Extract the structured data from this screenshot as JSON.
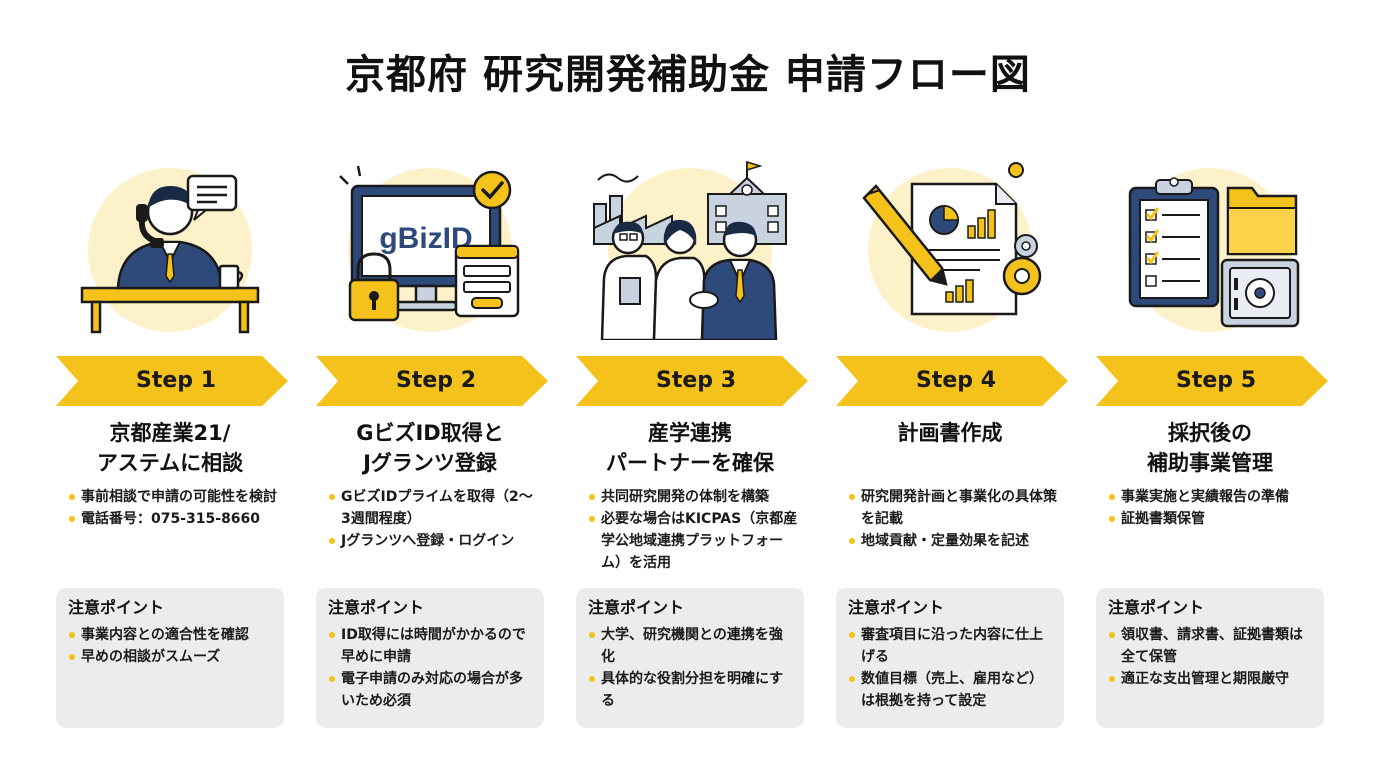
{
  "title": "京都府 研究開発補助金 申請フロー図",
  "colors": {
    "accent": "#f4c21b",
    "navy": "#2e4a7a",
    "note_bg": "#ececec"
  },
  "steps": [
    {
      "label": "Step 1",
      "title": [
        "京都産業21/",
        "アステムに相談"
      ],
      "bullets": [
        "事前相談で申請の可能性を検討",
        "電話番号：075-315-8660"
      ],
      "note_title": "注意ポイント",
      "notes": [
        "事業内容との適合性を確認",
        "早めの相談がスムーズ"
      ],
      "icon": "phone-consultation-icon"
    },
    {
      "label": "Step 2",
      "title": [
        "GビズID取得と",
        "Jグランツ登録"
      ],
      "bullets": [
        "GビズIDプライムを取得（2〜3週間程度）",
        "Jグランツへ登録・ログイン"
      ],
      "note_title": "注意ポイント",
      "notes": [
        "ID取得には時間がかかるので早めに申請",
        "電子申請のみ対応の場合が多いため必須"
      ],
      "icon": "gbizid-monitor-icon",
      "screen_text": "gBizID"
    },
    {
      "label": "Step 3",
      "title": [
        "産学連携",
        "パートナーを確保"
      ],
      "bullets": [
        "共同研究開発の体制を構築",
        "必要な場合はKICPAS（京都産学公地域連携プラットフォーム）を活用"
      ],
      "note_title": "注意ポイント",
      "notes": [
        "大学、研究機関との連携を強化",
        "具体的な役割分担を明確にする"
      ],
      "icon": "industry-academia-icon"
    },
    {
      "label": "Step 4",
      "title": [
        "計画書作成"
      ],
      "bullets": [
        "研究開発計画と事業化の具体策を記載",
        "地域貢献・定量効果を記述"
      ],
      "note_title": "注意ポイント",
      "notes": [
        "審査項目に沿った内容に仕上げる",
        "数値目標（売上、雇用など）は根拠を持って設定"
      ],
      "icon": "plan-document-icon"
    },
    {
      "label": "Step 5",
      "title": [
        "採択後の",
        "補助事業管理"
      ],
      "bullets": [
        "事業実施と実績報告の準備",
        "証拠書類保管"
      ],
      "note_title": "注意ポイント",
      "notes": [
        "領収書、請求書、証拠書類は全て保管",
        "適正な支出管理と期限厳守"
      ],
      "icon": "clipboard-safe-icon"
    }
  ]
}
